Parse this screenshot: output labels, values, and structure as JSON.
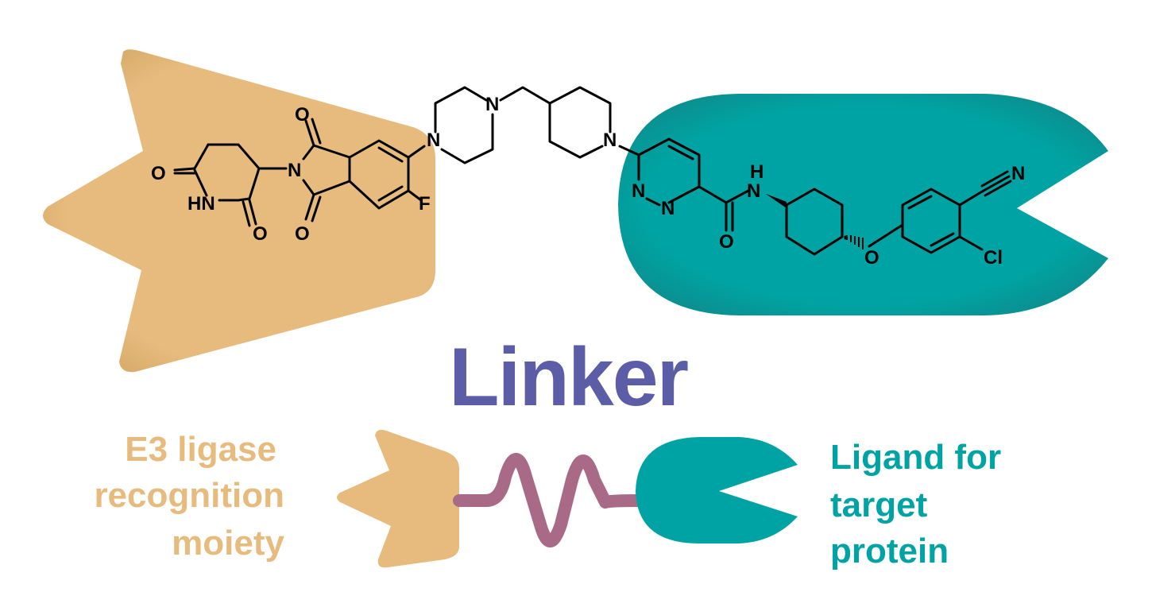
{
  "title": "Linker",
  "left_label": {
    "lines": [
      "E3 ligase",
      "recognition",
      "moiety"
    ]
  },
  "right_label": {
    "lines": [
      "Ligand for",
      "target",
      "protein"
    ]
  },
  "atoms": {
    "o1": "O",
    "o2": "O",
    "o3": "O",
    "o4": "O",
    "o5": "O",
    "o6": "O",
    "hn": "HN",
    "n_imide": "N",
    "n_pip1": "N",
    "n_pip2": "N",
    "n_pip3": "N",
    "n_pyr1": "N",
    "n_pyr2": "N",
    "h_amide": "H",
    "n_amide": "N",
    "f": "F",
    "cl": "Cl",
    "n_nitrile": "N"
  },
  "colors": {
    "e3": "#E6BB7D",
    "target": "#00A3A3",
    "linker_title": "#5B5EA6",
    "linker_wave": "#A86A86"
  }
}
